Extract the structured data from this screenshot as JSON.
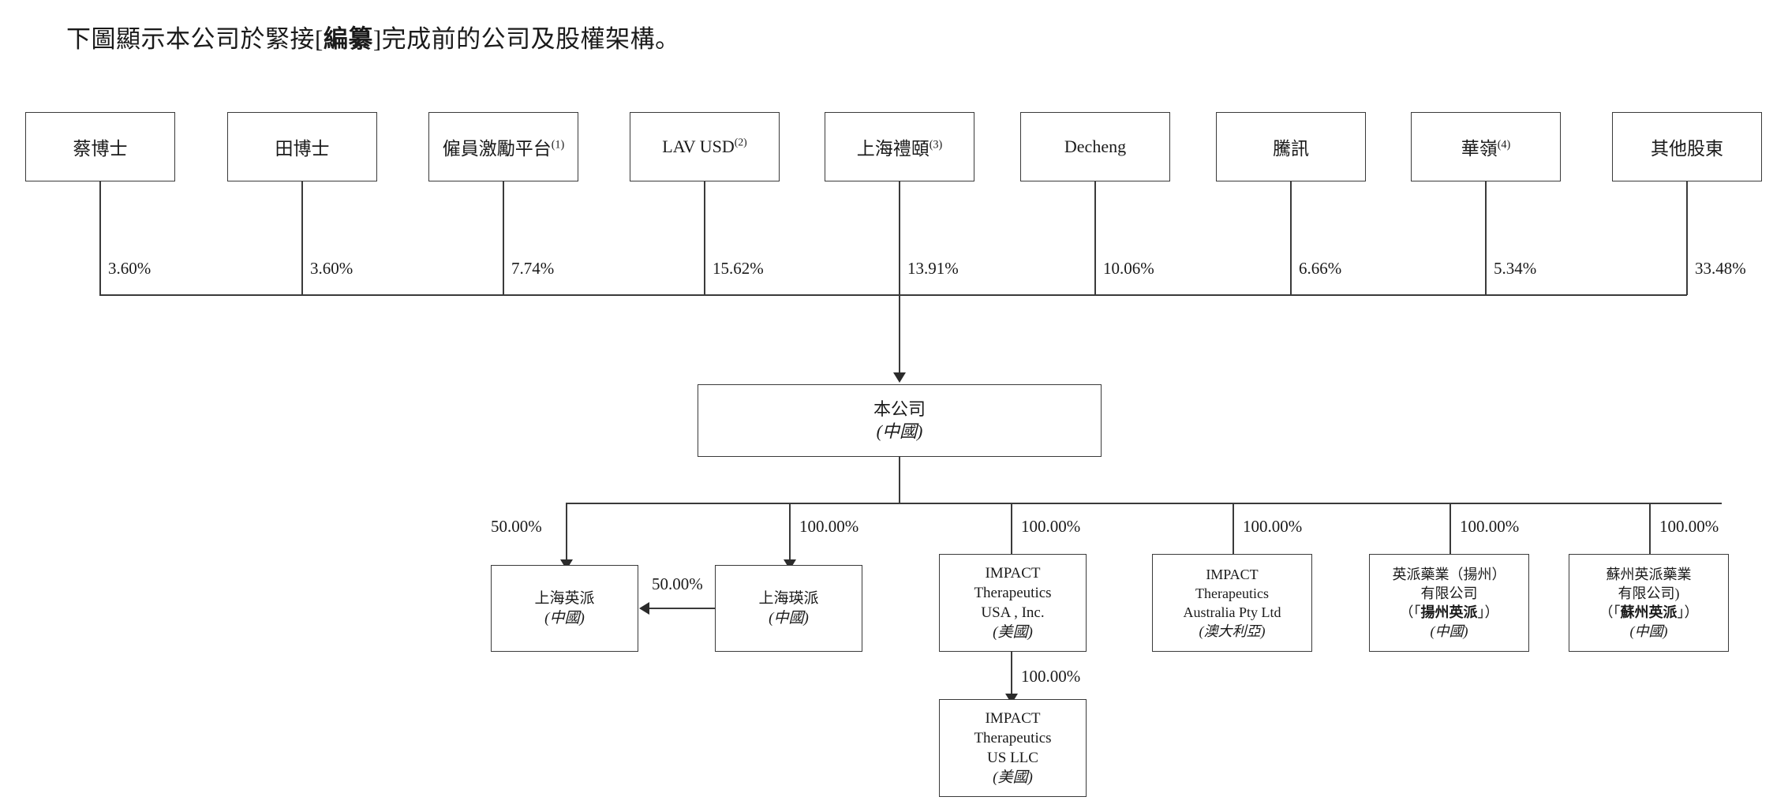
{
  "heading": {
    "before": "下圖顯示本公司於緊接",
    "bracket_open": "[",
    "emphasis": "編纂",
    "bracket_close": "]",
    "after": "完成前的公司及股權架構。"
  },
  "shareholders": [
    {
      "name": "蔡博士",
      "note": "",
      "pct": "3.60%",
      "script": "cjk"
    },
    {
      "name": "田博士",
      "note": "",
      "pct": "3.60%",
      "script": "cjk"
    },
    {
      "name": "僱員激勵平台",
      "note": "(1)",
      "pct": "7.74%",
      "script": "cjk"
    },
    {
      "name": "LAV USD",
      "note": "(2)",
      "pct": "15.62%",
      "script": "latin"
    },
    {
      "name": "上海禮頤",
      "note": "(3)",
      "pct": "13.91%",
      "script": "cjk"
    },
    {
      "name": "Decheng",
      "note": "",
      "pct": "10.06%",
      "script": "latin"
    },
    {
      "name": "騰訊",
      "note": "",
      "pct": "6.66%",
      "script": "cjk"
    },
    {
      "name": "華嶺",
      "note": "(4)",
      "pct": "5.34%",
      "script": "cjk"
    },
    {
      "name": "其他股東",
      "note": "",
      "pct": "33.48%",
      "script": "cjk"
    }
  ],
  "company": {
    "name": "本公司",
    "jurisdiction": "(中國)"
  },
  "subsidiaries": [
    {
      "pct": "50.00%",
      "lines": [
        "上海英派"
      ],
      "jurisdiction": "(中國)"
    },
    {
      "pct": "100.00%",
      "lines": [
        "上海瑛派"
      ],
      "jurisdiction": "(中國)"
    },
    {
      "pct": "100.00%",
      "lines": [
        "IMPACT",
        "Therapeutics",
        "USA , Inc."
      ],
      "jurisdiction": "(美國)"
    },
    {
      "pct": "100.00%",
      "lines": [
        "IMPACT",
        "Therapeutics",
        "Australia Pty Ltd"
      ],
      "jurisdiction": "(澳大利亞)"
    },
    {
      "pct": "100.00%",
      "lines": [
        "英派藥業（揚州）",
        "有限公司"
      ],
      "short_open": "（「",
      "short_name": "揚州英派",
      "short_close": "」）",
      "jurisdiction": "(中國)"
    },
    {
      "pct": "100.00%",
      "lines": [
        "蘇州英派藥業",
        "有限公司)"
      ],
      "short_open": "（「",
      "short_name": "蘇州英派",
      "short_close": "」）",
      "jurisdiction": "(中國)"
    }
  ],
  "cross_holding": {
    "pct": "50.00%",
    "direction": "left"
  },
  "grandchild": {
    "pct": "100.00%",
    "lines": [
      "IMPACT",
      "Therapeutics",
      "US LLC"
    ],
    "jurisdiction": "(美國)"
  }
}
